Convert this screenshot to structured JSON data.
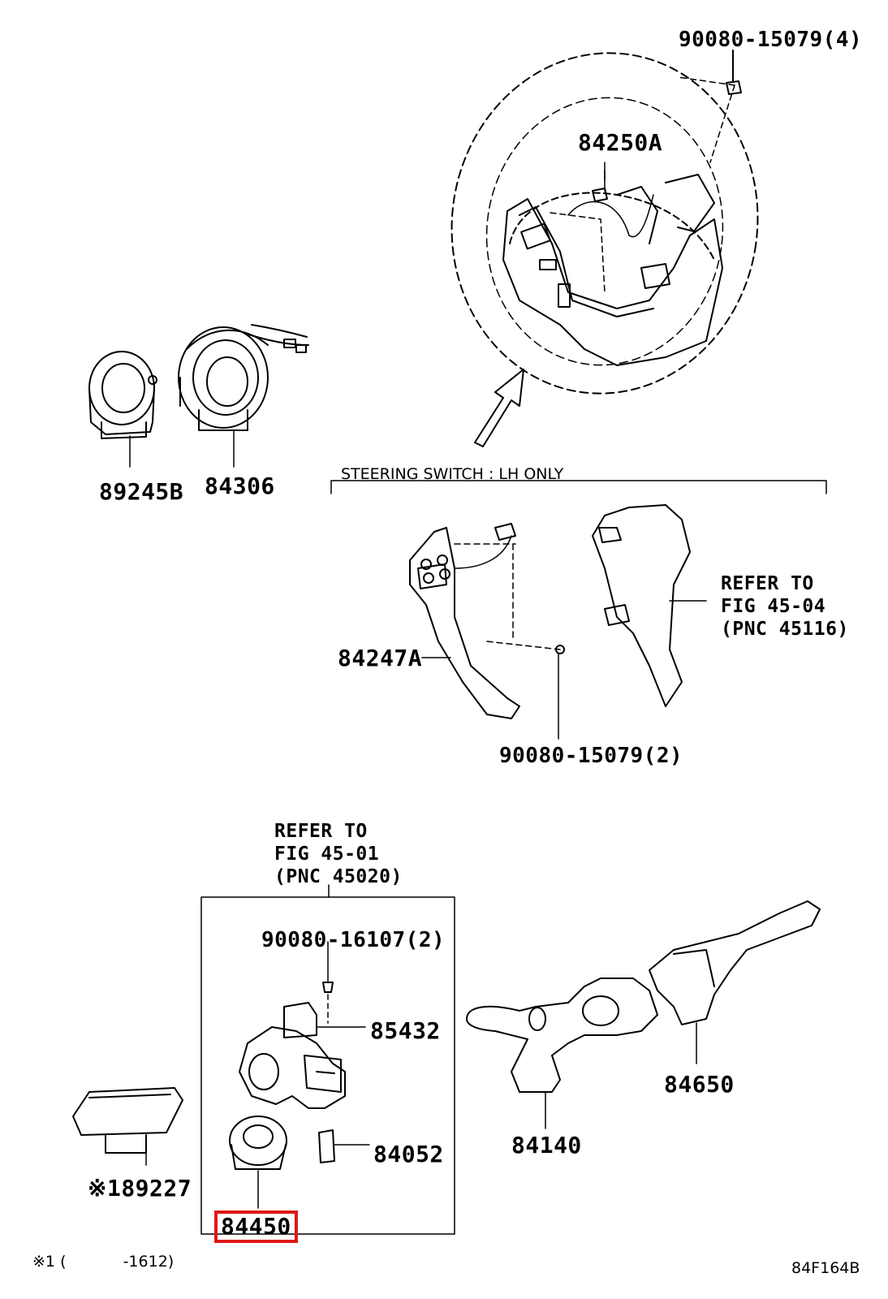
{
  "figure_code": "84F164B",
  "highlight_color": "#e01818",
  "section_title": "STEERING SWITCH : LH ONLY",
  "footnote": {
    "mark": "※1",
    "open": "(",
    "code": "-1612)"
  },
  "parts": {
    "screw_top": "90080-15079(4)",
    "steering_wheel": "84250A",
    "cover": "89245B",
    "spiral_cable": "84306",
    "switch_lh": "84247A",
    "screw_switch": "90080-15079(2)",
    "screw_lock": "90080-16107(2)",
    "sensor": "85432",
    "switch_small": "84052",
    "ignition_switch": "84450",
    "turn_switch": "84140",
    "wiper_switch": "84650",
    "relay": "※189227"
  },
  "refs": {
    "ref1": {
      "line1": "REFER TO",
      "line2": "FIG 45-04",
      "line3": "(PNC 45116)"
    },
    "ref2": {
      "line1": "REFER TO",
      "line2": "FIG 45-01",
      "line3": "(PNC 45020)"
    }
  }
}
